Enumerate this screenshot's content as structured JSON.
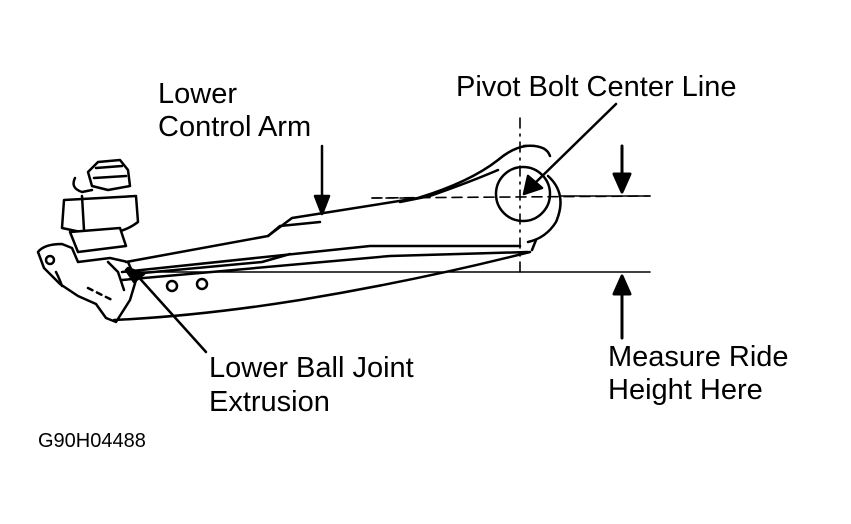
{
  "labels": {
    "lower_control_arm_line1": "Lower",
    "lower_control_arm_line2": "Control Arm",
    "pivot_bolt": "Pivot Bolt Center Line",
    "lower_ball_joint_line1": "Lower Ball Joint",
    "lower_ball_joint_line2": "Extrusion",
    "measure_ride_line1": "Measure Ride",
    "measure_ride_line2": "Height Here",
    "figure_code": "G90H04488"
  },
  "colors": {
    "ink": "#000000",
    "background": "#ffffff"
  }
}
